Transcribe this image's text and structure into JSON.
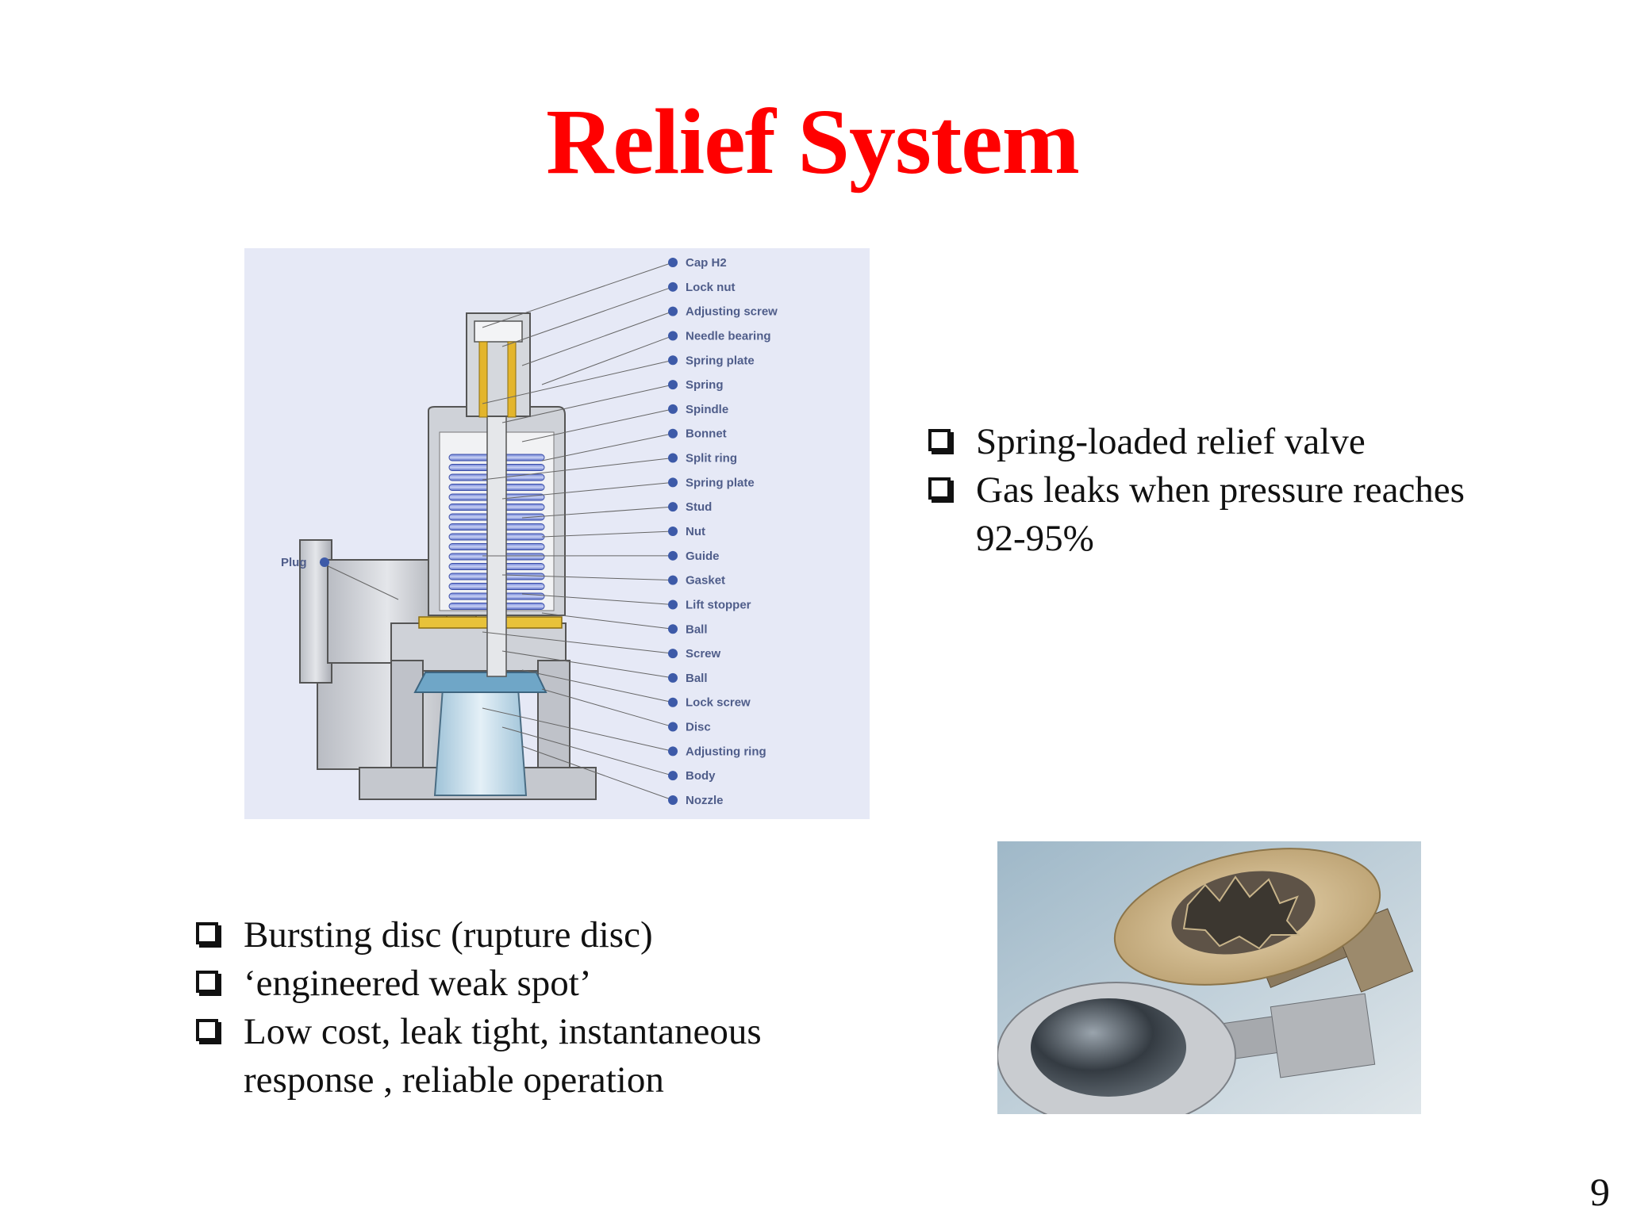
{
  "slide": {
    "title": "Relief System",
    "page_number": "9"
  },
  "valve_figure": {
    "side_label": "Plug",
    "part_labels": [
      "Cap H2",
      "Lock nut",
      "Adjusting screw",
      "Needle bearing",
      "Spring plate",
      "Spring",
      "Spindle",
      "Bonnet",
      "Split ring",
      "Spring plate",
      "Stud",
      "Nut",
      "Guide",
      "Gasket",
      "Lift stopper",
      "Ball",
      "Screw",
      "Ball",
      "Lock screw",
      "Disc",
      "Adjusting ring",
      "Body",
      "Nozzle"
    ]
  },
  "bullets_top": [
    "Spring-loaded relief valve",
    "Gas leaks when pressure reaches 92-95%"
  ],
  "bullets_bottom": [
    "Bursting disc (rupture disc)",
    "‘engineered weak spot’",
    "Low cost, leak tight, instantaneous response , reliable operation"
  ],
  "colors": {
    "title": "#ff0000",
    "label_blue": "#4f5d8a",
    "figure_bg": "#e6e9f6"
  }
}
